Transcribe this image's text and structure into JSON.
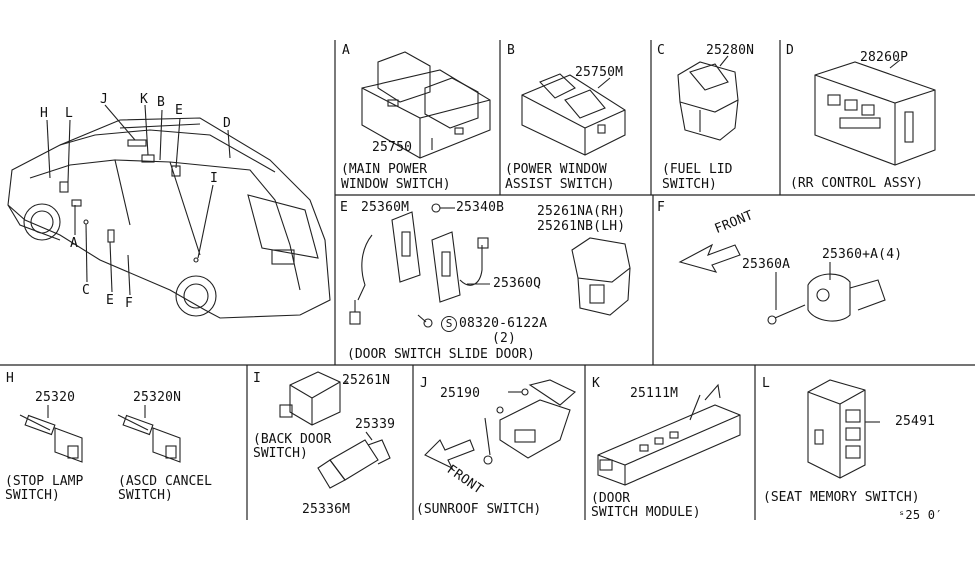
{
  "sections": {
    "A": {
      "letter": "A",
      "part": "25750",
      "caption1": "(MAIN POWER",
      "caption2": "WINDOW SWITCH)"
    },
    "B": {
      "letter": "B",
      "part": "25750M",
      "caption1": "(POWER WINDOW",
      "caption2": "ASSIST SWITCH)"
    },
    "C": {
      "letter": "C",
      "part": "25280N",
      "caption1": "(FUEL LID",
      "caption2": "SWITCH)"
    },
    "D": {
      "letter": "D",
      "part": "28260P",
      "caption1": "(RR CONTROL ASSY)"
    },
    "E": {
      "letter": "E",
      "part_switch": "25360M",
      "part_screw": "25340B",
      "part_rh": "25261NA(RH)",
      "part_lh": "25261NB(LH)",
      "part_harness": "25360Q",
      "part_bolt_circle": "S",
      "part_bolt": "08320-6122A",
      "bolt_qty": "(2)",
      "caption1": "(DOOR SWITCH SLIDE DOOR)"
    },
    "F": {
      "letter": "F",
      "front": "FRONT",
      "part_bolt": "25360A",
      "part_switch": "25360+A(4)"
    },
    "H": {
      "letter": "H",
      "part1": "25320",
      "part2": "25320N",
      "caption1a": "(STOP LAMP",
      "caption1b": "SWITCH)",
      "caption2a": "(ASCD CANCEL",
      "caption2b": "SWITCH)"
    },
    "I": {
      "letter": "I",
      "part1": "25261N",
      "part2": "25339",
      "part3": "25336M",
      "caption1": "(BACK DOOR",
      "caption2": "SWITCH)"
    },
    "J": {
      "letter": "J",
      "part": "25190",
      "front": "FRONT",
      "caption1": "(SUNROOF SWITCH)"
    },
    "K": {
      "letter": "K",
      "part": "25111M",
      "caption1": "(DOOR",
      "caption2": "SWITCH MODULE)"
    },
    "L": {
      "letter": "L",
      "part": "25491",
      "caption1": "(SEAT MEMORY SWITCH)"
    }
  },
  "car_callouts": {
    "H": "H",
    "L": "L",
    "J": "J",
    "K": "K",
    "B": "B",
    "E_top": "E",
    "D": "D",
    "I": "I",
    "A": "A",
    "C": "C",
    "E_bottom": "E",
    "F": "F"
  },
  "footer_code": "ˢ25 0′"
}
